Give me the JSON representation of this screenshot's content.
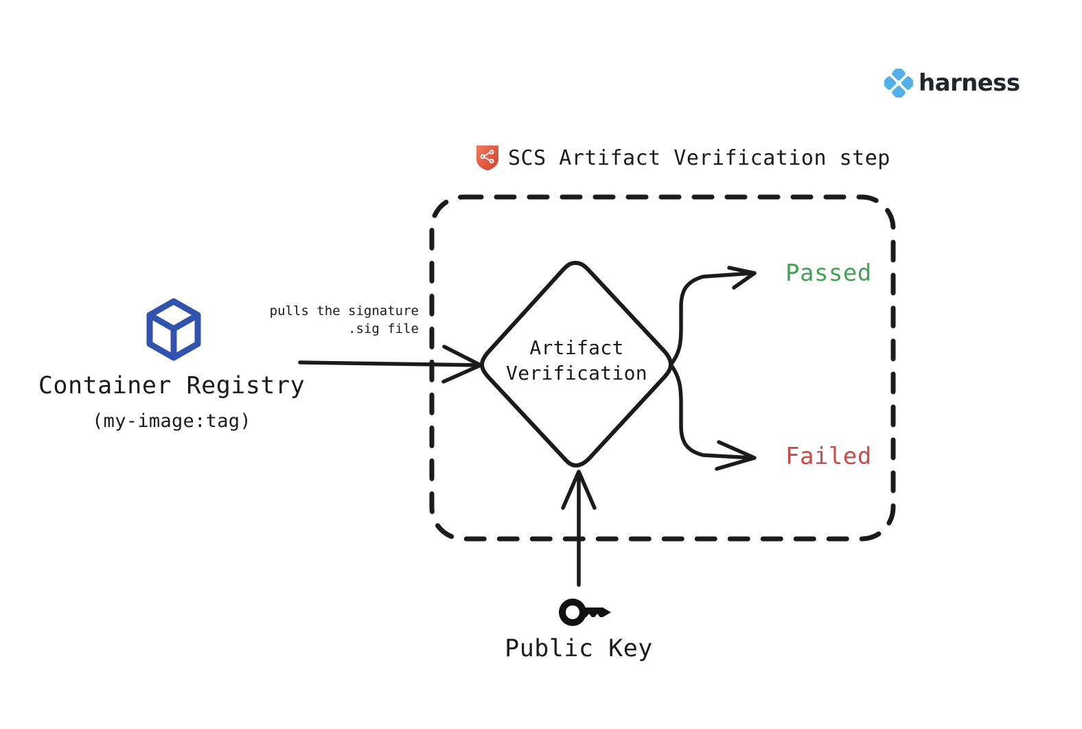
{
  "brand": {
    "name": "harness",
    "mark_icon": "harness-diamond-icon",
    "mark_color": "#55b0e8",
    "wordmark_color": "#22262b"
  },
  "step": {
    "icon": "scs-shield-icon",
    "icon_color": "#e05c45",
    "title": "SCS Artifact Verification step"
  },
  "source": {
    "icon": "container-cube-icon",
    "icon_color": "#3153ae",
    "label": "Container Registry",
    "sublabel": "(my-image:tag)"
  },
  "edges": {
    "pull_signature": {
      "line1": "pulls the signature",
      "line2": ".sig file"
    }
  },
  "process": {
    "shape": "diamond",
    "line1": "Artifact",
    "line2": "Verification"
  },
  "outcomes": [
    {
      "label": "Passed",
      "color": "#46a055"
    },
    {
      "label": "Failed",
      "color": "#d04843"
    }
  ],
  "input": {
    "icon": "key-icon",
    "icon_color": "#111111",
    "label": "Public Key"
  },
  "chart_data": {
    "type": "diagram",
    "title": "SCS Artifact Verification step",
    "nodes": [
      {
        "id": "container-registry",
        "label": "Container Registry",
        "sublabel": "(my-image:tag)",
        "shape": "icon",
        "inside_boundary": false
      },
      {
        "id": "artifact-verification",
        "label": "Artifact Verification",
        "shape": "diamond",
        "inside_boundary": true
      },
      {
        "id": "passed",
        "label": "Passed",
        "shape": "text",
        "color": "#46a055",
        "inside_boundary": true
      },
      {
        "id": "failed",
        "label": "Failed",
        "shape": "text",
        "color": "#d04843",
        "inside_boundary": true
      },
      {
        "id": "public-key",
        "label": "Public Key",
        "shape": "icon",
        "inside_boundary": false
      }
    ],
    "edges": [
      {
        "from": "container-registry",
        "to": "artifact-verification",
        "label": "pulls the signature .sig file",
        "style": "solid-arrow"
      },
      {
        "from": "artifact-verification",
        "to": "passed",
        "label": "",
        "style": "curved-arrow"
      },
      {
        "from": "artifact-verification",
        "to": "failed",
        "label": "",
        "style": "curved-arrow"
      },
      {
        "from": "public-key",
        "to": "artifact-verification",
        "label": "",
        "style": "solid-arrow"
      }
    ],
    "boundary": {
      "label": "SCS Artifact Verification step",
      "style": "dashed-rounded-rect"
    }
  }
}
